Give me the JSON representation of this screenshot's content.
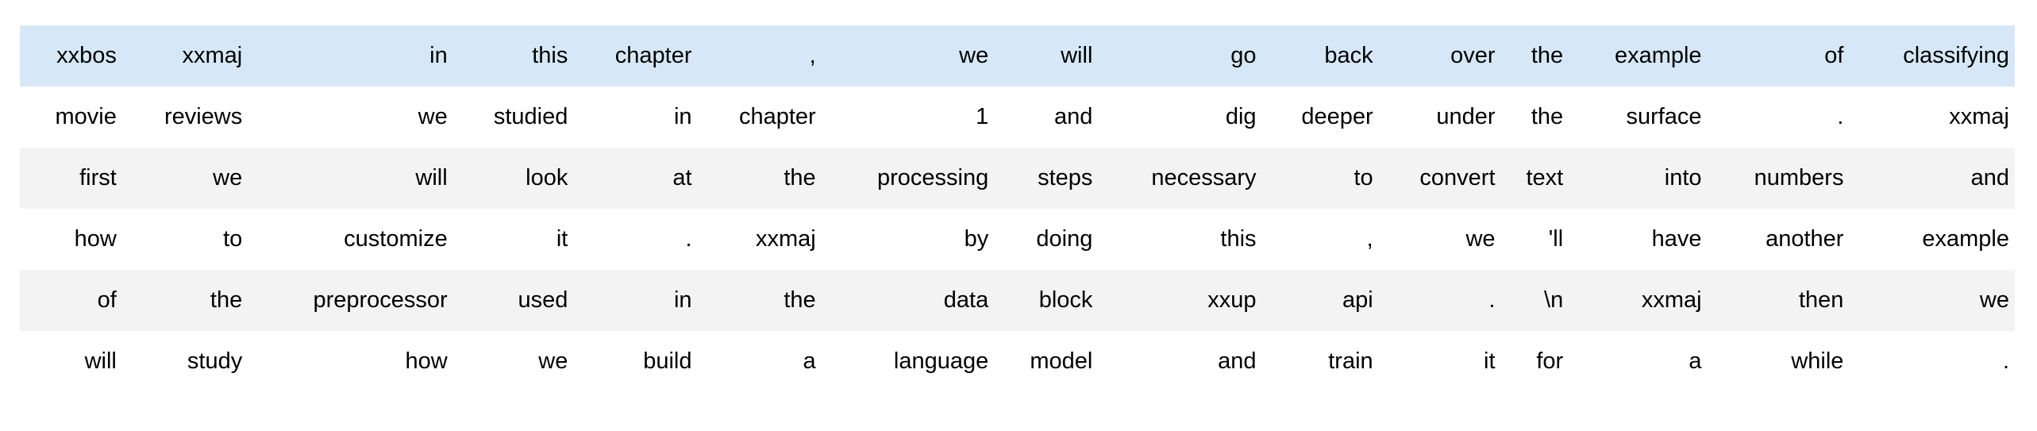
{
  "output": {
    "description": "tokenized-text-dataframe",
    "columns": 15,
    "row_count": 6,
    "highlighted_row_index": 0,
    "colors": {
      "highlight_row_bg": "#d6e8f7",
      "stripe_row_bg": "#f3f3f3",
      "plain_row_bg": "#ffffff",
      "text": "#000000",
      "page_bg": "#ffffff"
    },
    "rows": [
      [
        "xxbos",
        "xxmaj",
        "in",
        "this",
        "chapter",
        ",",
        "we",
        "will",
        "go",
        "back",
        "over",
        "the",
        "example",
        "of",
        "classifying"
      ],
      [
        "movie",
        "reviews",
        "we",
        "studied",
        "in",
        "chapter",
        "1",
        "and",
        "dig",
        "deeper",
        "under",
        "the",
        "surface",
        ".",
        "xxmaj"
      ],
      [
        "first",
        "we",
        "will",
        "look",
        "at",
        "the",
        "processing",
        "steps",
        "necessary",
        "to",
        "convert",
        "text",
        "into",
        "numbers",
        "and"
      ],
      [
        "how",
        "to",
        "customize",
        "it",
        ".",
        "xxmaj",
        "by",
        "doing",
        "this",
        ",",
        "we",
        "'ll",
        "have",
        "another",
        "example"
      ],
      [
        "of",
        "the",
        "preprocessor",
        "used",
        "in",
        "the",
        "data",
        "block",
        "xxup",
        "api",
        ".",
        "\\n",
        "xxmaj",
        "then",
        "we"
      ],
      [
        "will",
        "study",
        "how",
        "we",
        "build",
        "a",
        "language",
        "model",
        "and",
        "train",
        "it",
        "for",
        "a",
        "while",
        "."
      ]
    ]
  }
}
